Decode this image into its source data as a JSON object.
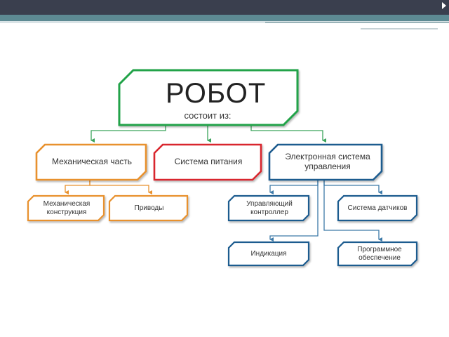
{
  "diagram": {
    "root": {
      "title": "РОБОТ",
      "subtitle": "состоит из:"
    },
    "level1": {
      "mechanical": "Механическая часть",
      "power": "Система питания",
      "electronic": "Электронная система управления"
    },
    "mechanical_children": {
      "construction": "Механическая конструкция",
      "drives": "Приводы"
    },
    "electronic_children": {
      "controller": "Управляющий контроллер",
      "sensors": "Система датчиков",
      "indication": "Индикация",
      "software": "Программное обеспечение"
    }
  },
  "colors": {
    "root_border": "#23a34a",
    "mechanical_border": "#e8912e",
    "power_border": "#d9272e",
    "electronic_border": "#1f5c8f",
    "connector_green": "#3aa35a",
    "connector_orange": "#e8912e",
    "connector_blue": "#3d7aa8"
  }
}
